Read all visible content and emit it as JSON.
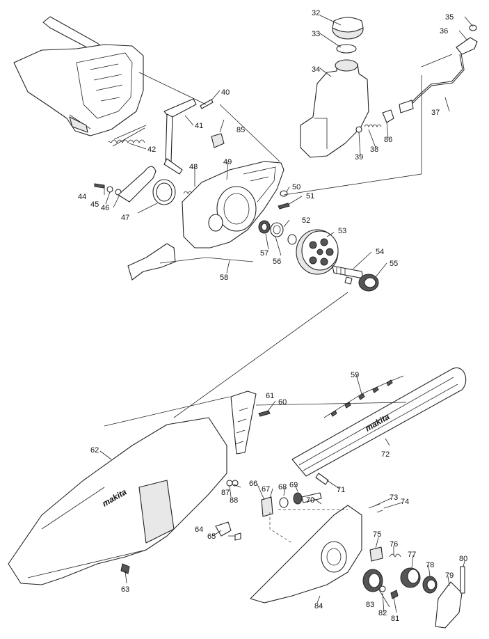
{
  "diagram": {
    "labels": {
      "p32": "32",
      "p33": "33",
      "p34": "34",
      "p35": "35",
      "p36": "36",
      "p37": "37",
      "p38": "38",
      "p39": "39",
      "p40": "40",
      "p41": "41",
      "p42": "42",
      "p44": "44",
      "p45": "45",
      "p46": "46",
      "p47": "47",
      "p48": "48",
      "p49": "49",
      "p50": "50",
      "p51": "51",
      "p52": "52",
      "p53": "53",
      "p54": "54",
      "p55": "55",
      "p56": "56",
      "p57": "57",
      "p58": "58",
      "p59": "59",
      "p60": "60",
      "p61": "61",
      "p62": "62",
      "p63": "63",
      "p64": "64",
      "p65": "65",
      "p66": "66",
      "p67": "67",
      "p68": "68",
      "p69": "69",
      "p70": "70",
      "p71": "71",
      "p72": "72",
      "p73": "73",
      "p74": "74",
      "p75": "75",
      "p76": "76",
      "p77": "77",
      "p78": "78",
      "p79": "79",
      "p80": "80",
      "p81": "81",
      "p82": "82",
      "p83": "83",
      "p84": "84",
      "p85": "85",
      "p86": "86",
      "p87": "87",
      "p88": "88"
    },
    "brand_text": "makita"
  }
}
